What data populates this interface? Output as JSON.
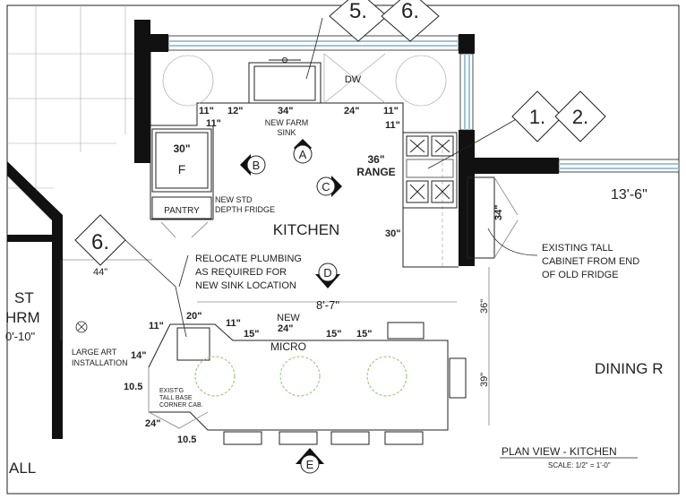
{
  "title": "PLAN VIEW - KITCHEN",
  "scale": "SCALE: 1/2\" = 1'-0\"",
  "room_labels": {
    "kitchen": "KITCHEN",
    "dining": "DINING R",
    "bath_1": "ST",
    "bath_2": "HRM",
    "bath_3": "0'-10\"",
    "hall": "ALL"
  },
  "appliances": {
    "dw": "DW",
    "fridge_size": "30\"",
    "fridge_letter": "F",
    "pantry": "PANTRY",
    "range_size": "36\"",
    "range_word": "RANGE",
    "micro": "MICRO"
  },
  "notes": {
    "farm_sink_1": "NEW FARM",
    "farm_sink_2": "SINK",
    "fridge_1": "NEW STD",
    "fridge_2": "DEPTH FRIDGE",
    "plumb_1": "RELOCATE PLUMBING",
    "plumb_2": "AS REQUIRED FOR",
    "plumb_3": "NEW SINK LOCATION",
    "tall_1": "EXISTING TALL",
    "tall_2": "CABINET FROM END",
    "tall_3": "OF OLD FRIDGE",
    "art_1": "LARGE ART",
    "art_2": "INSTALLATION",
    "corner_1": "EXIST'G",
    "corner_2": "TALL BASE",
    "corner_3": "CORNER CAB.",
    "new": "NEW"
  },
  "dimensions": {
    "d11a": "11\"",
    "d12": "12\"",
    "d34a": "34\"",
    "d24a": "24\"",
    "d11b": "11\"",
    "d11c": "11\"",
    "d11d": "11\"",
    "d30a": "30\"",
    "d34b": "34\"",
    "d13_6": "13'-6\"",
    "d44": "44\"",
    "d8_7": "8'-7\"",
    "d36": "36\"",
    "d39": "39\"",
    "d11e": "11\"",
    "d20": "20\"",
    "d11f": "11\"",
    "d15a": "15\"",
    "d24b": "24\"",
    "d15b": "15\"",
    "d15c": "15\"",
    "d14": "14\"",
    "d10_5a": "10.5",
    "d24c": "24\"",
    "d10_5b": "10.5"
  },
  "view_markers": [
    "A",
    "B",
    "C",
    "D",
    "E"
  ],
  "callouts": {
    "c1": "1.",
    "c2": "2.",
    "c5": "5.",
    "c6top": "6.",
    "c6left": "6."
  },
  "colors": {
    "line": "#222222",
    "wall": "#111111",
    "window": "#9fc3dc",
    "light_line": "#9a9a9a",
    "fixture_green": "#8fc46a"
  }
}
